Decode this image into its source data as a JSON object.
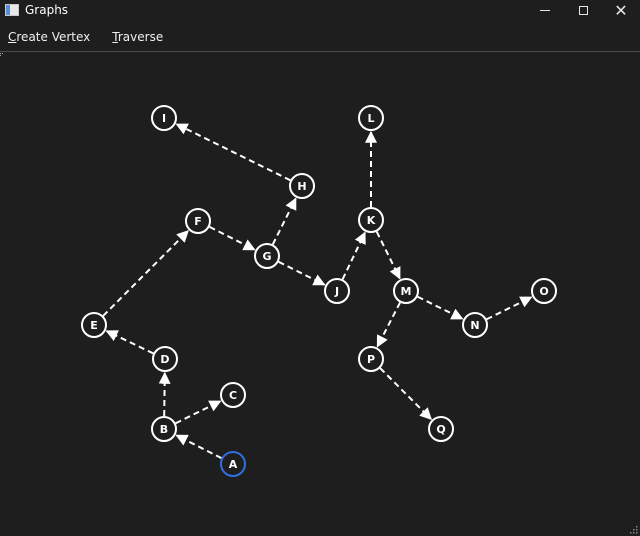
{
  "window": {
    "title": "Graphs",
    "controls": [
      "minimize-icon",
      "maximize-icon",
      "close-icon"
    ]
  },
  "menu": {
    "items": [
      {
        "label_first": "C",
        "label_rest": "reate Vertex"
      },
      {
        "label_first": "T",
        "label_rest": "raverse"
      }
    ]
  },
  "graph": {
    "colors": {
      "background": "#1e1e1e",
      "edge": "#ffffff",
      "node_stroke": "#ffffff",
      "selected_stroke": "#2f6fe0"
    },
    "selected": "A",
    "nodes": [
      "A",
      "B",
      "C",
      "D",
      "E",
      "F",
      "G",
      "H",
      "I",
      "J",
      "K",
      "L",
      "M",
      "N",
      "O",
      "P",
      "Q"
    ],
    "edges": [
      [
        "A",
        "B"
      ],
      [
        "B",
        "C"
      ],
      [
        "B",
        "D"
      ],
      [
        "D",
        "E"
      ],
      [
        "E",
        "F"
      ],
      [
        "F",
        "G"
      ],
      [
        "G",
        "H"
      ],
      [
        "H",
        "I"
      ],
      [
        "G",
        "J"
      ],
      [
        "J",
        "K"
      ],
      [
        "K",
        "L"
      ],
      [
        "K",
        "M"
      ],
      [
        "M",
        "N"
      ],
      [
        "N",
        "O"
      ],
      [
        "M",
        "P"
      ],
      [
        "P",
        "Q"
      ]
    ]
  }
}
